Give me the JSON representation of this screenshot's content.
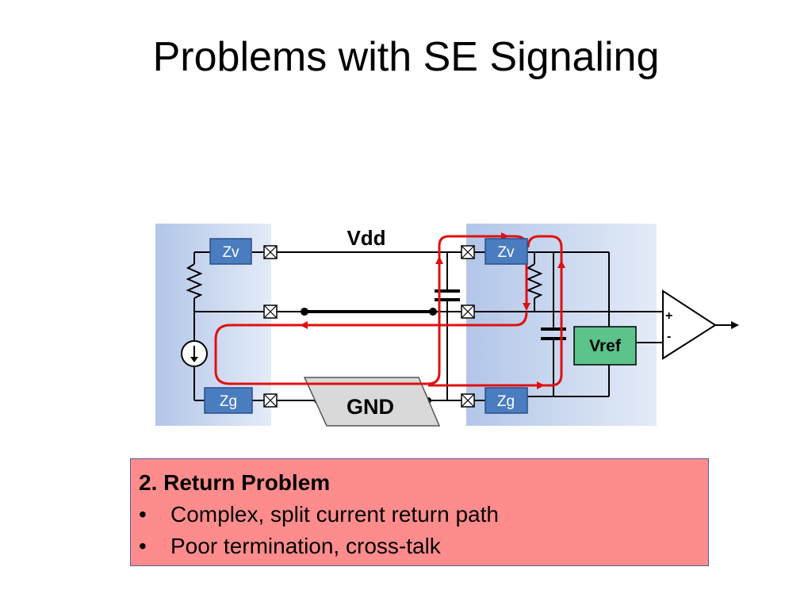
{
  "slide": {
    "title": "Problems with SE Signaling"
  },
  "diagram": {
    "vdd_label": "Vdd",
    "gnd_label": "GND",
    "vref_label": "Vref",
    "zv_label": "Zv",
    "zg_label": "Zg",
    "plus_sign": "+",
    "minus_sign": "-",
    "colors": {
      "chip_region": "#c8d6ee",
      "impedance_box": "#4a7cc0",
      "vref_box": "#5cc38a",
      "gnd_plane": "#d9d9d9",
      "return_path": "#e01010"
    }
  },
  "info_box": {
    "heading": "2. Return Problem",
    "bullet_symbol": "•",
    "bullets": [
      "Complex, split current return path",
      "Poor termination, cross-talk"
    ],
    "background": "#ff8c8c"
  }
}
